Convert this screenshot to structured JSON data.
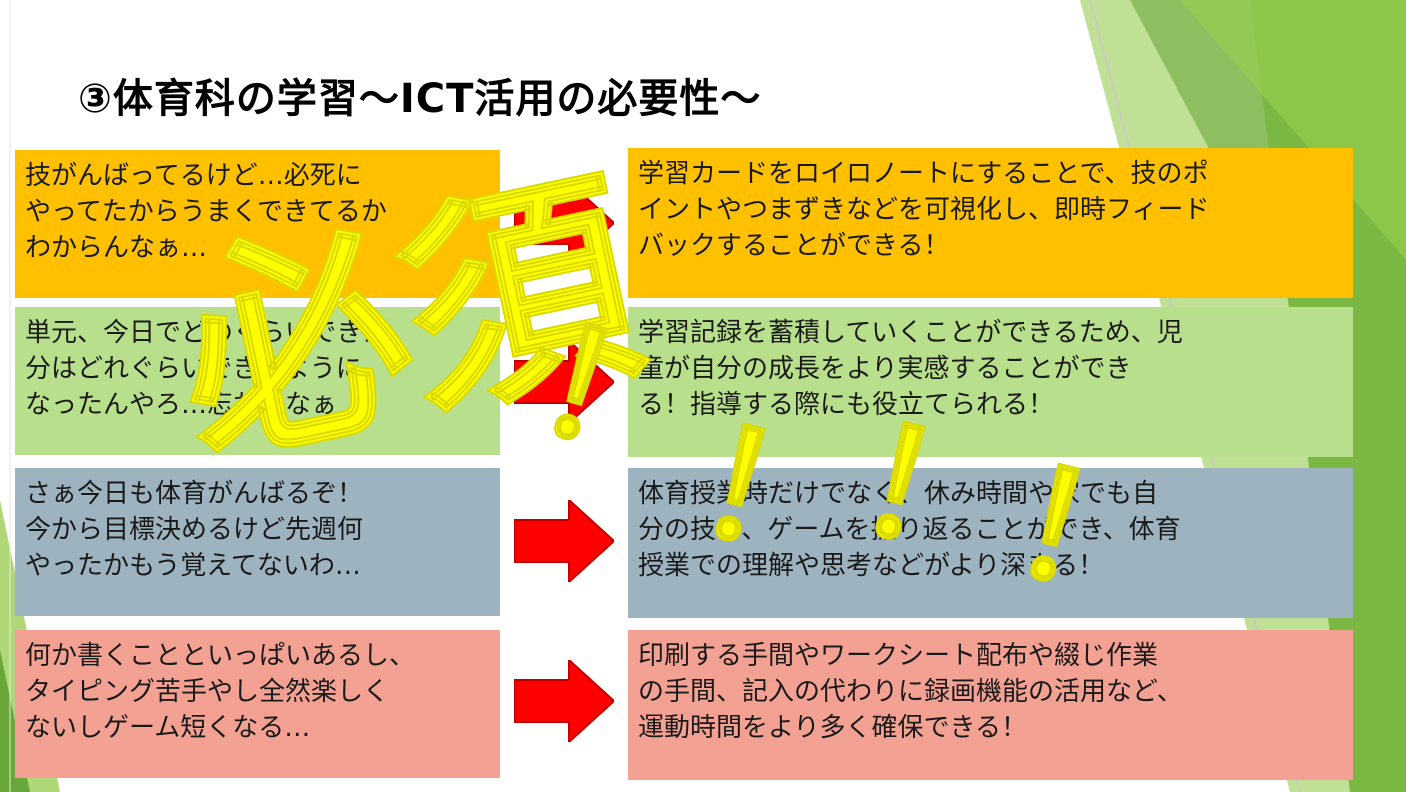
{
  "slide": {
    "title": "③体育科の学習～ICT活用の必要性～",
    "stamp_text": "必須",
    "exclamation": "！",
    "colors": {
      "orange": "#ffc000",
      "green": "#b8e08c",
      "slate": "#9eb3c0",
      "salmon": "#f3a193",
      "arrow": "#ff0000",
      "stamp": "#ffff00"
    },
    "rows": [
      {
        "problem": [
          "技がんばってるけど…必死に",
          "やってたからうまくできてるか",
          "わからんなぁ…"
        ],
        "solution": [
          "学習カードをロイロノートにすることで、技のポ",
          "イントやつまずきなどを可視化し、即時フィード",
          "バックすることができる！"
        ]
      },
      {
        "problem": [
          "単元、今日でどのくらいできた",
          "分はどれぐらいできるように",
          "なったんやろ…忘れたなぁ"
        ],
        "solution": [
          "学習記録を蓄積していくことができるため、児",
          "童が自分の成長をより実感することができ",
          "る！指導する際にも役立てられる！"
        ]
      },
      {
        "problem": [
          "さぁ今日も体育がんばるぞ！",
          "今から目標決めるけど先週何",
          "やったかもう覚えてないわ…"
        ],
        "solution": [
          "体育授業時だけでなく、休み時間や家でも自",
          "分の技や、ゲームを振り返ることができ、体育",
          "授業での理解や思考などがより深まる！"
        ]
      },
      {
        "problem": [
          "何か書くことといっぱいあるし、",
          "タイピング苦手やし全然楽しく",
          "ないしゲーム短くなる…"
        ],
        "solution": [
          "印刷する手間やワークシート配布や綴じ作業",
          "の手間、記入の代わりに録画機能の活用など、",
          "運動時間をより多く確保できる！"
        ]
      }
    ]
  }
}
